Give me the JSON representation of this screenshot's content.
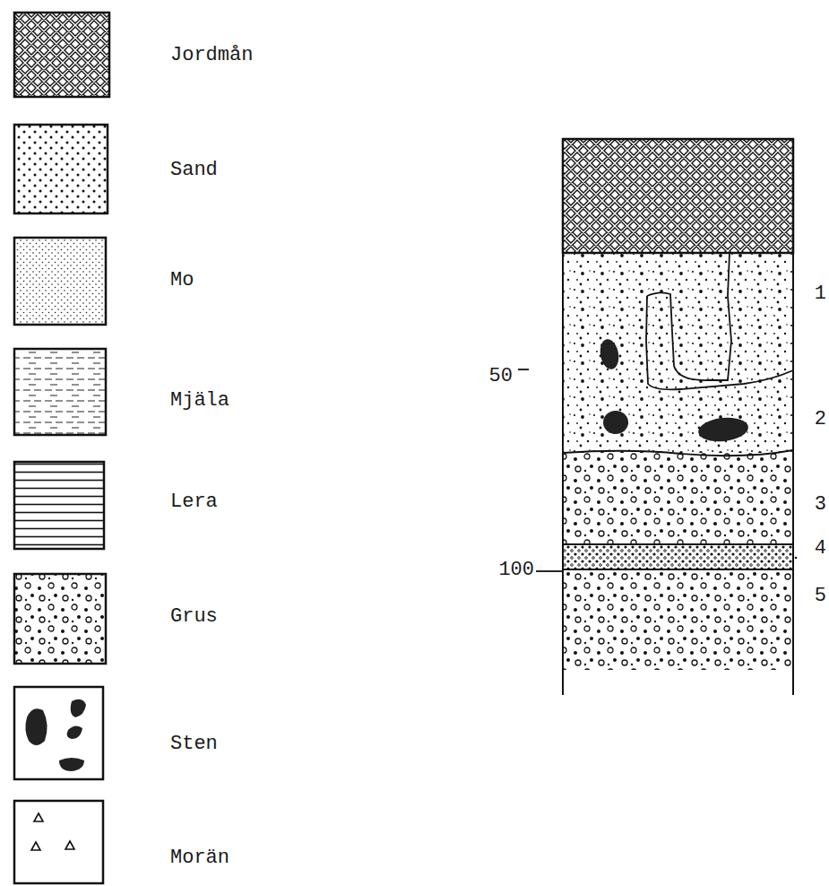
{
  "diagram": {
    "labels": [
      "50",
      "100",
      "1",
      "2",
      "3",
      "4",
      "5"
    ],
    "legend": [
      {
        "text": "Jordmån"
      },
      {
        "text": "Sand"
      },
      {
        "text": "Mo"
      },
      {
        "text": "Mjäla"
      },
      {
        "text": "Lera"
      },
      {
        "text": "Grus"
      },
      {
        "text": "Sten"
      },
      {
        "text": "Morän"
      }
    ]
  }
}
